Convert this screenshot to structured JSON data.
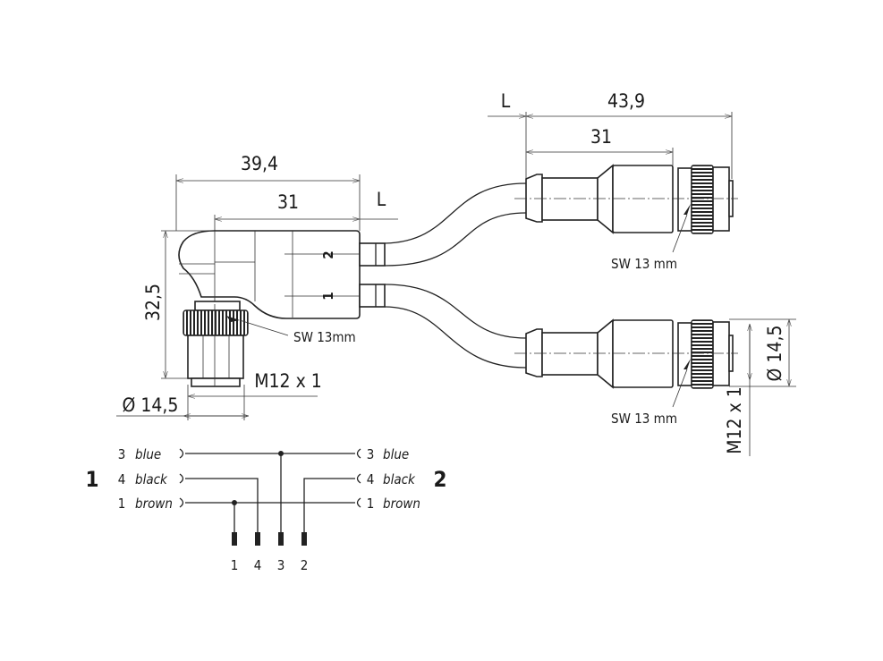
{
  "drawing": {
    "left_connector": {
      "dim_overall": "39,4",
      "dim_body": "31",
      "dim_cable": "L",
      "dim_height": "32,5",
      "dim_diameter": "Ø 14,5",
      "thread": "M12 x 1",
      "wrench": "SW 13mm",
      "leg_labels": [
        "2",
        "1"
      ]
    },
    "right_connectors": {
      "dim_cable": "L",
      "dim_overall": "43,9",
      "dim_body": "31",
      "wrench_top": "SW 13 mm",
      "wrench_bottom": "SW 13 mm",
      "dim_diameter": "Ø 14,5",
      "thread": "M12 x 1"
    }
  },
  "wiring": {
    "side_left": "1",
    "side_right": "2",
    "left_rows": [
      {
        "pin": "3",
        "color": "blue"
      },
      {
        "pin": "4",
        "color": "black"
      },
      {
        "pin": "1",
        "color": "brown"
      }
    ],
    "right_rows": [
      {
        "pin": "3",
        "color": "blue"
      },
      {
        "pin": "4",
        "color": "black"
      },
      {
        "pin": "1",
        "color": "brown"
      }
    ],
    "bottom_pins": [
      "1",
      "4",
      "3",
      "2"
    ]
  }
}
